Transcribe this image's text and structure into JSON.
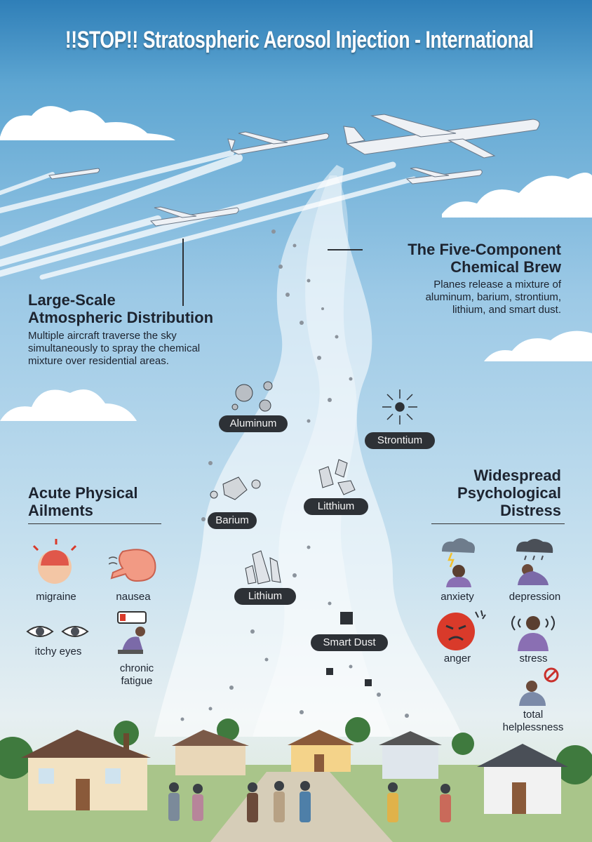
{
  "title": "!!STOP!! Stratospheric Aerosol Injection - International",
  "distribution": {
    "heading_line1": "Large-Scale",
    "heading_line2": "Atmospheric Distribution",
    "desc_line1": "Multiple aircraft traverse the sky",
    "desc_line2": "simultaneously to spray the chemical",
    "desc_line3": "mixture over residential areas."
  },
  "brew": {
    "heading_line1": "The Five-Component",
    "heading_line2": "Chemical Brew",
    "desc_line1": "Planes release a mixture of",
    "desc_line2": "aluminum, barium, strontium,",
    "desc_line3": "lithium, and smart dust."
  },
  "components": {
    "aluminum": "Aluminum",
    "strontium": "Strontium",
    "barium": "Barium",
    "litthium": "Litthium",
    "lithium": "Lithium",
    "smart_dust": "Smart Dust"
  },
  "physical": {
    "heading_line1": "Acute Physical",
    "heading_line2": "Ailments",
    "items": {
      "migraine": "migraine",
      "nausea": "nausea",
      "itchy_eyes": "itchy eyes",
      "fatigue_line1": "chronic",
      "fatigue_line2": "fatigue"
    }
  },
  "psychological": {
    "heading_line1": "Widespread",
    "heading_line2": "Psychological",
    "heading_line3": "Distress",
    "items": {
      "anxiety": "anxiety",
      "depression": "depression",
      "anger": "anger",
      "stress": "stress",
      "helpless_line1": "total",
      "helpless_line2": "helplessness"
    }
  },
  "colors": {
    "sky_top": "#2f7fb8",
    "pill_bg": "#2d3136",
    "heading_text": "#1d2430"
  }
}
